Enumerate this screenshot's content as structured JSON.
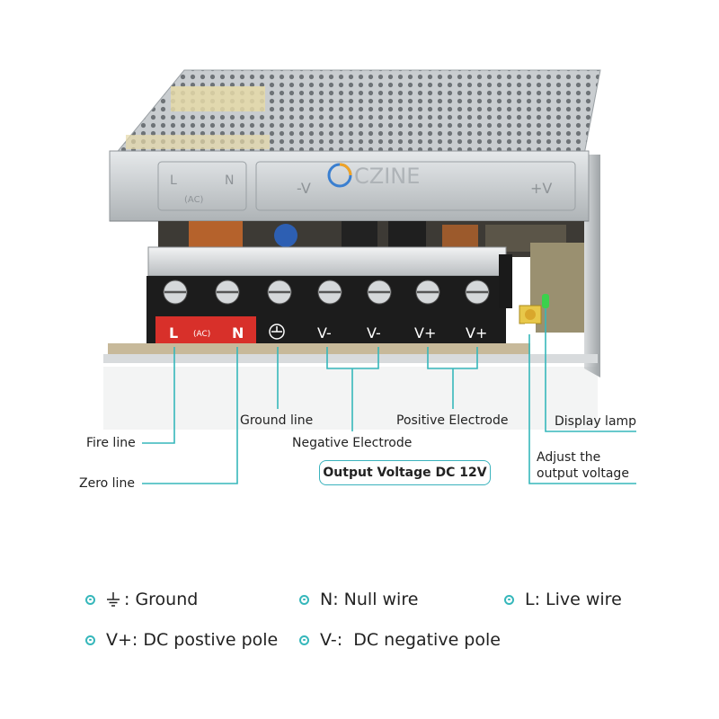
{
  "product": {
    "logo_text": "CZINE",
    "casing_markings": [
      "L",
      "N",
      "(AC)",
      "-V",
      "+V"
    ],
    "terminals": [
      "L",
      "(AC)",
      "N",
      "V-",
      "V-",
      "V+",
      "V+"
    ]
  },
  "callouts": {
    "fire_line": "Fire line",
    "zero_line": "Zero line",
    "ground_line": "Ground line",
    "negative_electrode": "Negative Electrode",
    "positive_electrode": "Positive Electrode",
    "display_lamp": "Display lamp",
    "adjust_line1": "Adjust the",
    "adjust_line2": "output voltage",
    "output_voltage": "Output Voltage DC 12V"
  },
  "legend": {
    "ground": ": Ground",
    "null_wire": "N: Null wire",
    "live_wire": "L: Live wire",
    "dc_positive": "V+: DC postive pole",
    "dc_negative": "V-:  DC negative pole"
  },
  "colors": {
    "accent_teal": "#36b7bb",
    "terminal_red": "#d8302a",
    "terminal_black": "#1c1c1c",
    "casing_silver": "#cfd3d6",
    "pcb_green": "#2e7d3a"
  }
}
